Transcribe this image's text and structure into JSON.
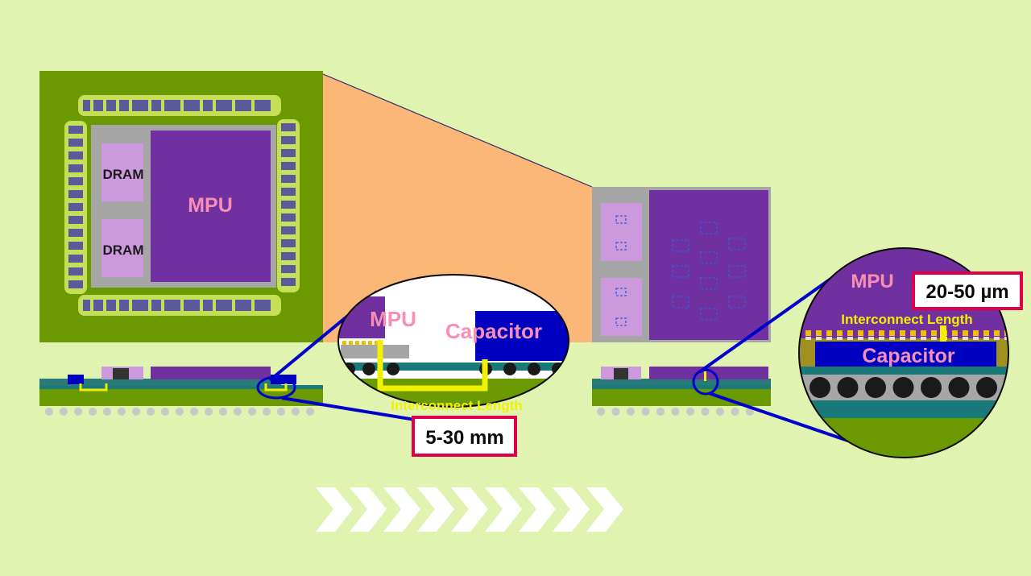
{
  "labels": {
    "dram_top": "DRAM",
    "dram_bottom": "DRAM",
    "mpu_large": "MPU",
    "zoom_left_mpu": "MPU",
    "zoom_left_capacitor": "Capacitor",
    "zoom_left_interconnect": "Interconnect Length",
    "zoom_left_range": "5-30 mm",
    "zoom_right_mpu": "MPU",
    "zoom_right_range": "20-50 µm",
    "zoom_right_interconnect": "Interconnect Length",
    "zoom_right_capacitor": "Capacitor"
  },
  "colors": {
    "background": "#e0f3b0",
    "substrate_green": "#6a9a00",
    "pad_ring": "#c5df58",
    "mpu_purple": "#7030a0",
    "dram_pink": "#cc99dd",
    "capacitor_blue": "#0000c0",
    "zoom_outline": "#0000cc",
    "highlight_red": "#e0004a",
    "interconnect_yellow": "#f0f000",
    "label_pink": "#f78fb4",
    "projection_orange": "#fbb778"
  }
}
